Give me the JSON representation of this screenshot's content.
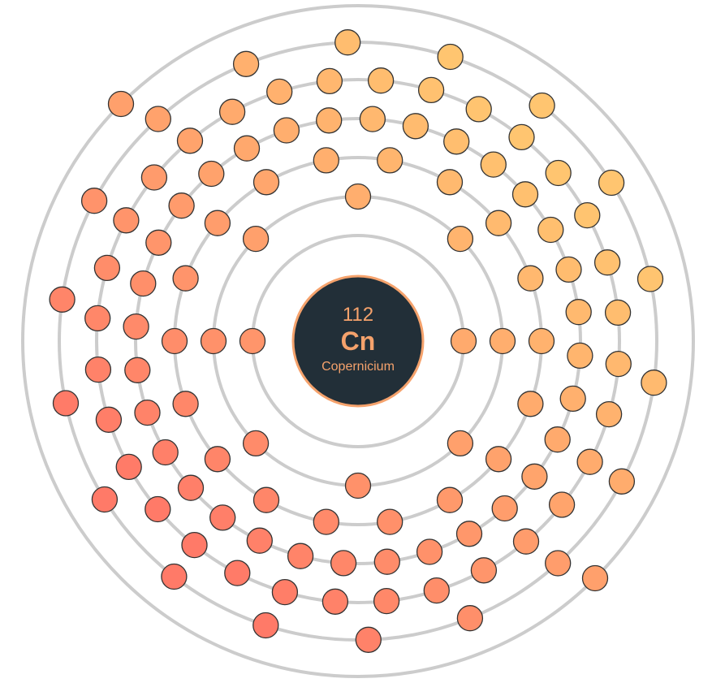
{
  "element": {
    "atomic_number": "112",
    "symbol": "Cn",
    "name": "Copernicium"
  },
  "shell_electrons": [
    2,
    8,
    18,
    32,
    32,
    18,
    2
  ],
  "colors": {
    "nucleus_fill": "#222f38",
    "nucleus_border": "#f5a26c",
    "label_text": "#f5a26c",
    "shell_ring": "#cccccc",
    "electron_outline": "#333333",
    "electron_gradient_start": "#ffc570",
    "electron_gradient_end": "#ff7a68"
  }
}
